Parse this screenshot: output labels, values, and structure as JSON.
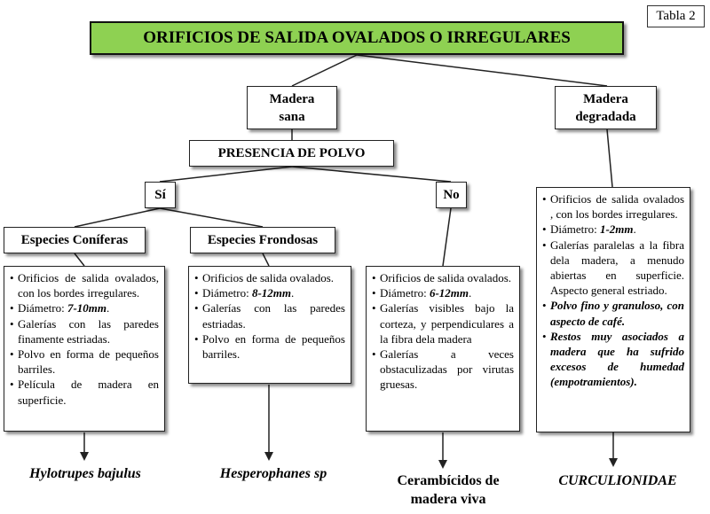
{
  "table_tag": "Tabla 2",
  "title": "ORIFICIOS DE SALIDA OVALADOS O IRREGULARES",
  "branches": {
    "sana": [
      "Madera",
      "sana"
    ],
    "degradada": [
      "Madera",
      "degradada"
    ]
  },
  "question": "PRESENCIA DE POLVO",
  "answers": {
    "yes": "Sí",
    "no": "No"
  },
  "groups": {
    "coniferas": "Especies Coníferas",
    "frondosas": "Especies Frondosas"
  },
  "lists": {
    "coniferas": [
      [
        {
          "t": "Orificios de salida ovalados, con los bordes irregulares."
        }
      ],
      [
        {
          "t": "Diámetro: "
        },
        {
          "t": "7-10mm",
          "bi": true
        },
        {
          "t": "."
        }
      ],
      [
        {
          "t": "Galerías con las paredes finamente estriadas."
        }
      ],
      [
        {
          "t": "Polvo en forma de pequeños barriles."
        }
      ],
      [
        {
          "t": "Película de madera en superficie."
        }
      ]
    ],
    "frondosas": [
      [
        {
          "t": "Orificios de salida ovalados."
        }
      ],
      [
        {
          "t": "Diámetro: "
        },
        {
          "t": "8-12mm",
          "bi": true
        },
        {
          "t": "."
        }
      ],
      [
        {
          "t": "Galerías con las paredes estriadas."
        }
      ],
      [
        {
          "t": "Polvo en forma de pequeños barriles."
        }
      ]
    ],
    "sin_polvo": [
      [
        {
          "t": "Orificios de salida ovalados."
        }
      ],
      [
        {
          "t": "Diámetro: "
        },
        {
          "t": "6-12mm",
          "bi": true
        },
        {
          "t": "."
        }
      ],
      [
        {
          "t": "Galerías visibles bajo la corteza, y perpendiculares a la fibra dela madera"
        }
      ],
      [
        {
          "t": "Galerías a veces obstaculizadas por virutas gruesas."
        }
      ]
    ],
    "degradada": [
      [
        {
          "t": "Orificios de salida ovalados , con los bordes irregulares."
        }
      ],
      [
        {
          "t": "Diámetro: "
        },
        {
          "t": "1-2mm",
          "bi": true
        },
        {
          "t": "."
        }
      ],
      [
        {
          "t": "Galerías paralelas a la fibra dela madera, a menudo abiertas en superficie. Aspecto general estriado."
        }
      ],
      [
        {
          "t": "Polvo fino y granuloso, con aspecto de café.",
          "bi": true
        }
      ],
      [
        {
          "t": "Restos muy asociados a madera que ha sufrido excesos de humedad (empotramientos).",
          "bi": true
        }
      ]
    ]
  },
  "results": {
    "coniferas": "Hylotrupes bajulus",
    "frondosas": "Hesperophanes sp",
    "sin_polvo": [
      "Cerambícidos de",
      "madera viva"
    ],
    "degradada": "CURCULIONIDAE"
  },
  "colors": {
    "title_fill": "#8ed152",
    "line": "#222222"
  }
}
